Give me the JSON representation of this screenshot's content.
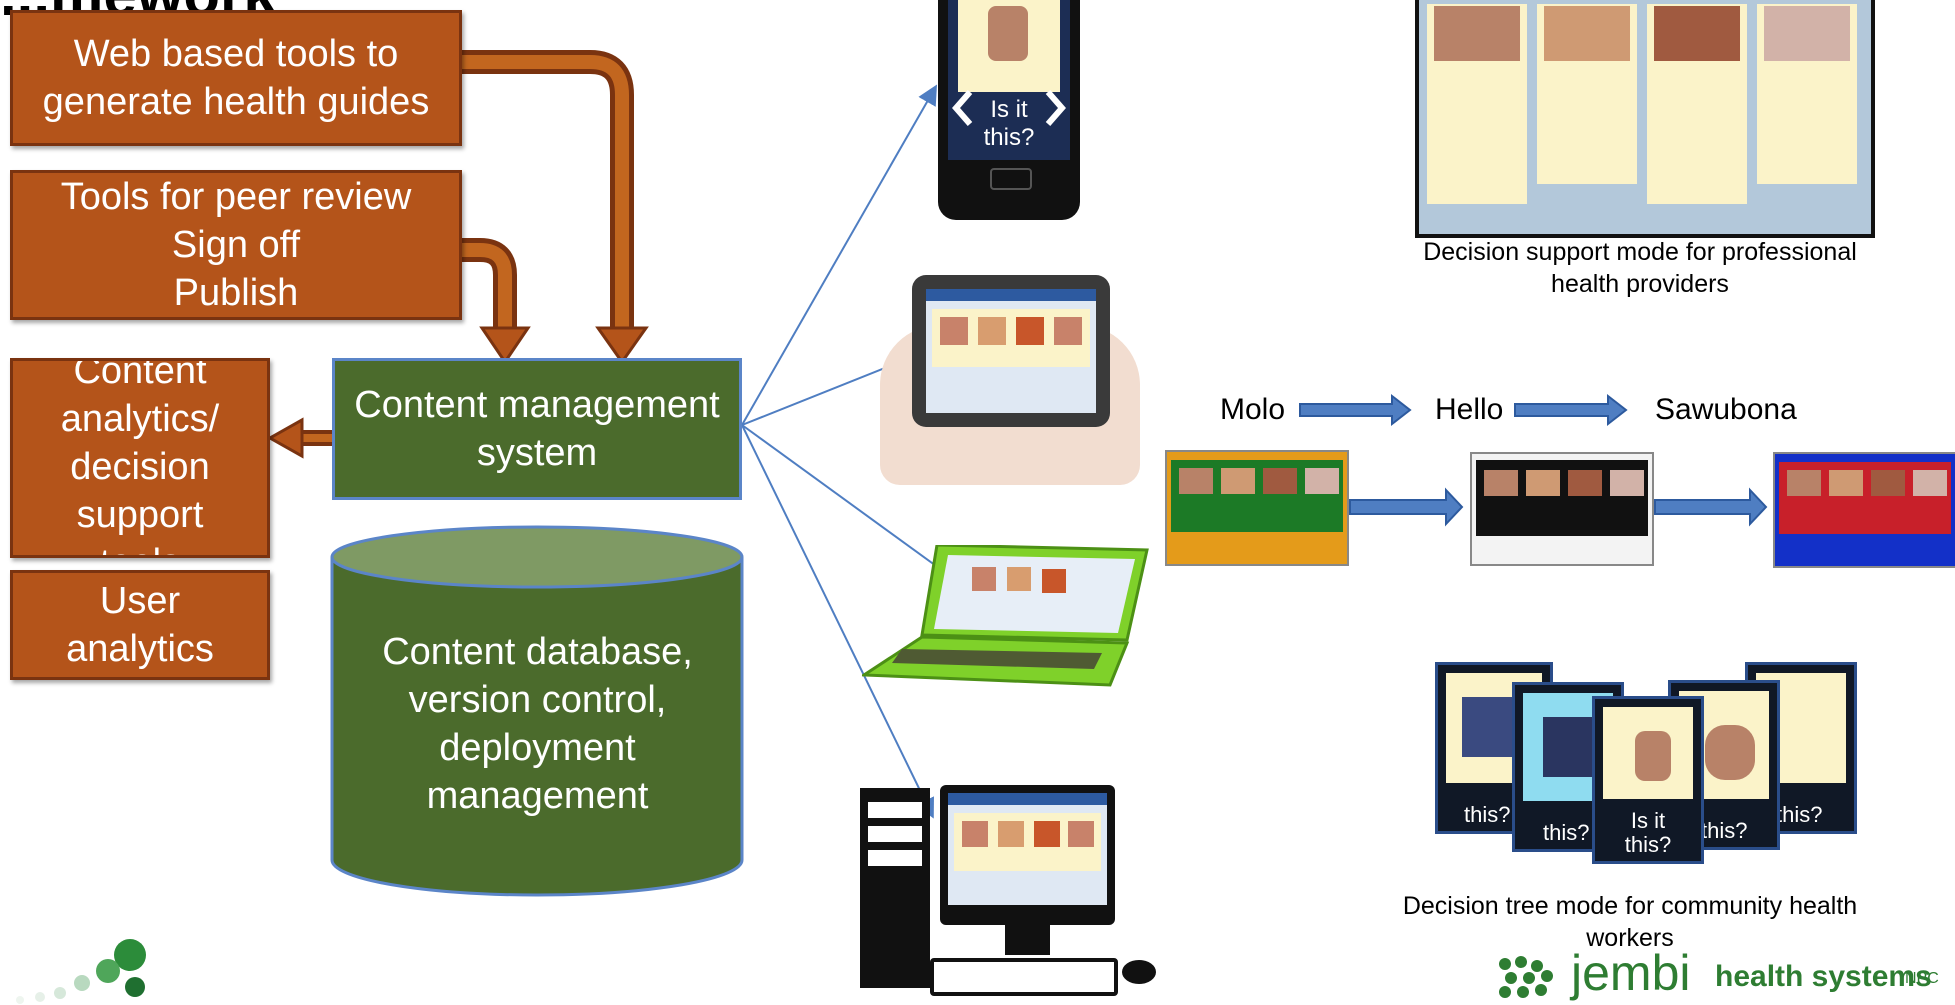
{
  "title_fragment": "...mework",
  "left_boxes": {
    "web_tools": "Web based tools to generate health guides",
    "peer_review": [
      "Tools for peer review",
      "Sign off",
      "Publish"
    ],
    "content_analytics": [
      "Content",
      "analytics/",
      "decision",
      "support",
      "tools"
    ],
    "user_analytics": [
      "User",
      "analytics"
    ]
  },
  "cms": "Content management system",
  "database": "Content database, version control, deployment management",
  "phone_screen": "Is it this?",
  "decision_support_caption": "Decision support mode for professional health providers",
  "languages": [
    "Molo",
    "Hello",
    "Sawubona"
  ],
  "decision_tree_caption": "Decision tree mode for community health workers",
  "card_labels": [
    "this?",
    "this?",
    "Is it this?",
    "this?",
    "this?"
  ],
  "logo": {
    "brand": "jembi",
    "tail": "health systems",
    "suffix": "NPC"
  },
  "colors": {
    "orange": "#b4541a",
    "green": "#4b6b2c",
    "blue_line": "#4f7ec2",
    "poster_beige": "#fbf3c9"
  }
}
